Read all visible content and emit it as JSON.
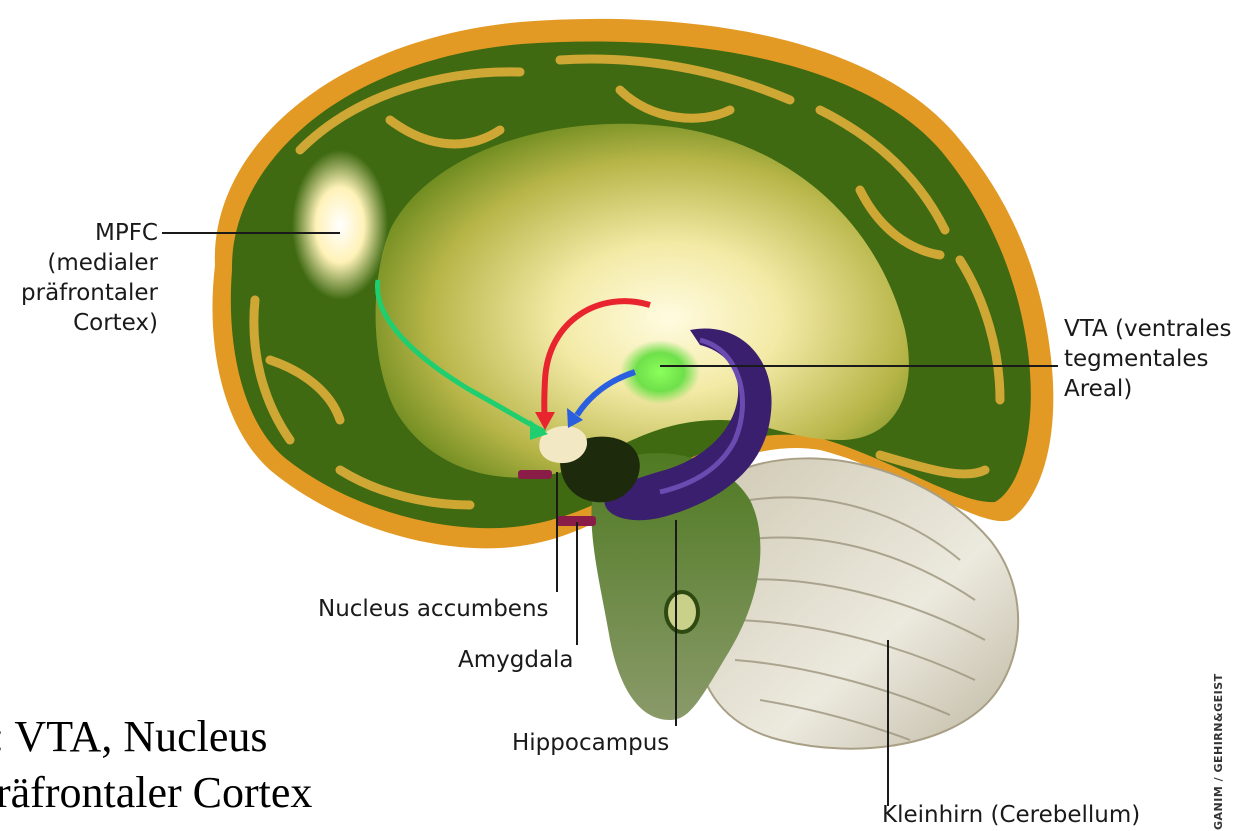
{
  "labels": {
    "mpfc": "MPFC\n(medialer\npräfrontaler\nCortex)",
    "vta": "VTA (ventrales\ntegmentales\nAreal)",
    "nucleus_accumbens": "Nucleus accumbens",
    "amygdala": "Amygdala",
    "hippocampus": "Hippocampus",
    "kleinhirn": "Kleinhirn (Cerebellum)"
  },
  "caption_lines": [
    ": VTA, Nucleus",
    "räfrontaler Cortex"
  ],
  "credit": "GANIM / GEHIRN&GEIST",
  "colors": {
    "cortex_green": "#3f6a12",
    "cortex_orange": "#e39a24",
    "glow": "#fff7c8",
    "vta_green": "#6fe04a",
    "path_red": "#e8252e",
    "path_blue": "#2a5fe0",
    "path_green": "#1fcf6f",
    "hippocampus_purple": "#3a1f6e",
    "cerebellum": "#d9d5c6"
  }
}
